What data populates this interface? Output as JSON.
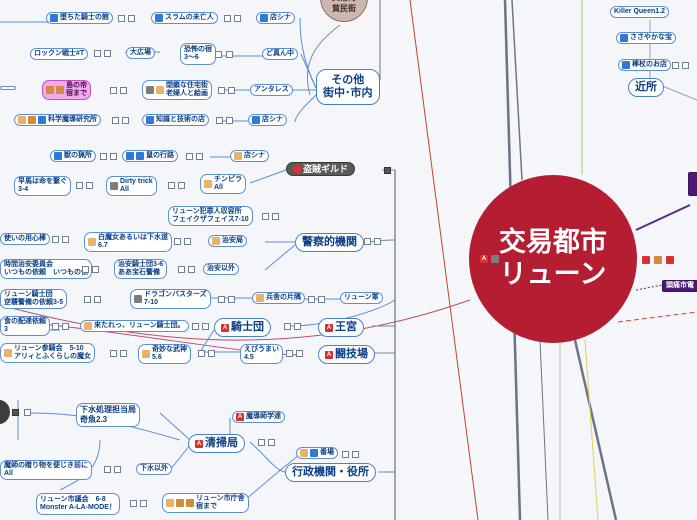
{
  "central": {
    "title": "交易都市\nリューン"
  },
  "hubs": {
    "ryunoshimin": "交易的\n貧民街",
    "sonota": "その他\n街中･市内",
    "tozoku": "盗賊ギルド",
    "keisatsu": "警察的機関",
    "kishidan": "騎士団",
    "oukyu": "王宮",
    "tougijou": "闘技場",
    "seisou": "清掃局",
    "gyousei": "行政機関・役所",
    "kinjo": "近所"
  },
  "nodes": {
    "ochitakishi": "堕ちた騎士の館",
    "slum": "スラムの未亡人",
    "tenshina1": "店シナ",
    "rockin": "ロックン戦士#T",
    "daihiroba": "大広場",
    "keinoyado": "恐怖の宿\n3～6",
    "domannaka": "ど真ん中",
    "shimanomise": "島の帝\n宿まで",
    "heisa": "閉鎖な住宅街\n老婦人と絵画",
    "antaresu": "アンタレス",
    "kagaku": "科学魔導研究所",
    "chishiki": "知識と技術の店",
    "tenshina2": "店シナ",
    "kemono": "獣の猟所",
    "mikou": "鼠の行路",
    "tenshina3": "店シナ",
    "hayauma": "早馬は命を繋ぐ\n3-4",
    "dirty": "Dirty trick\nAll",
    "chinpira": "チンピラ\nAll",
    "ryunezumi": "リューン犯罪人収容所\nフェイクザフェイス7-10",
    "tsukai": "使いの用心棒",
    "shirooni": "白魔女あるいは下水道\n6.7",
    "chianyaku": "治安局",
    "jikan": "時間治安委員会\nいつもの依頼　いつもの依",
    "chianshi": "治安騎士団3-6\nああ宝石警備",
    "chiangai": "治安以外",
    "ryukishi": "リューン騎士団\n逆襲警備の依頼3-5",
    "dragon": "ドラゴンバスターズ\n7-10",
    "heishi": "兵舎の片隅",
    "ryunegun": "リューン軍",
    "haitatsu": "食の配達依頼\n3",
    "kitareta": "来たれっ、リューン騎士団。",
    "ryusanka": "リューン参騎会　5-10\nアリィとふくらしの魔女",
    "kimyou": "奇妙な武神\n5.6",
    "eigyou": "えびうまい\n4.5",
    "gesui": "下水処理担当局\n奇魚2.3",
    "madou": "魔導師学達",
    "heinin": "番場",
    "gesuigai": "下水以外",
    "makai": "魔師の贈り物を便じき前に\nAll",
    "ryushigai": "リューン市議会　6-8\nMonster A-LA-MODE！",
    "ryuchou": "リューン市庁舎\n宿まで",
    "killer": "Killer Queen1.2",
    "sasayaka": "ささやかな宝",
    "shinise": "棒杖のお店",
    "haguchi": "頭痛市電"
  }
}
